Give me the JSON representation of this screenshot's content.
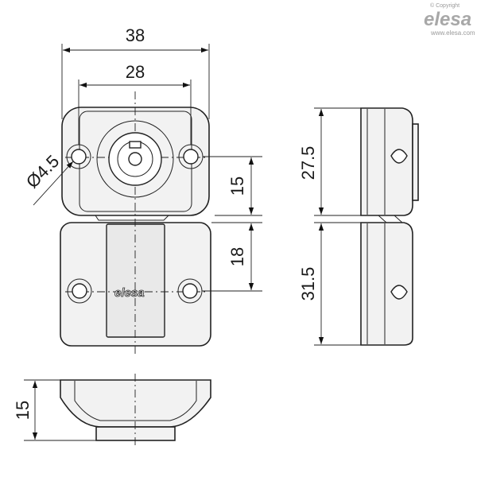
{
  "watermark": {
    "copyright": "© Copyright",
    "brand": "elesa",
    "website": "www.elesa.com"
  },
  "part_marking": "elesa",
  "dimensions": {
    "overall_width": "38",
    "hole_spacing": "28",
    "hole_diameter": "Ø4.5",
    "upper_hole_height": "15",
    "lower_hole_height": "18",
    "upper_leaf_height": "27.5",
    "lower_leaf_height": "31.5",
    "thickness": "15"
  }
}
